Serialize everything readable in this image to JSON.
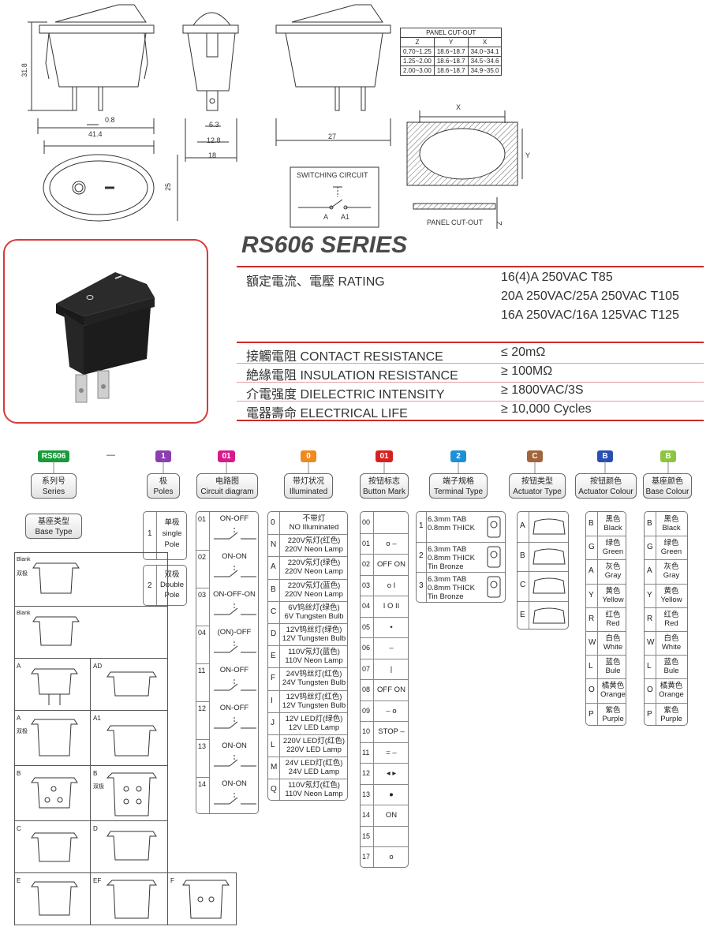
{
  "dims": {
    "height": "31.8",
    "pin_gap": "0.8",
    "length": "41.4",
    "tab": "6.3",
    "body": "12.8",
    "depth": "18",
    "side_length": "27",
    "width": "25"
  },
  "panel_table": {
    "title": "PANEL CUT-OUT",
    "headers": [
      "Z",
      "Y",
      "X"
    ],
    "rows": [
      [
        "0.70~1.25",
        "18.6~18.7",
        "34.0~34.1"
      ],
      [
        "1.25~2.00",
        "18.6~18.7",
        "34.5~34.6"
      ],
      [
        "2.00~3.00",
        "18.6~18.7",
        "34.9~35.0"
      ]
    ]
  },
  "cutout": {
    "x": "X",
    "y": "Y",
    "z": "Z",
    "label": "PANEL CUT-OUT"
  },
  "switching": {
    "title": "SWITCHING CIRCUIT",
    "a": "A",
    "a1": "A1"
  },
  "series_title": "RS606 SERIES",
  "specs": {
    "rating_label": "額定電流、電壓 RATING",
    "rating_1": "16(4)A 250VAC T85",
    "rating_2": "20A 250VAC/25A 250VAC T105",
    "rating_3": "16A 250VAC/16A 125VAC T125",
    "contact_label": "接觸電阻 CONTACT RESISTANCE",
    "contact_val": "≤ 20mΩ",
    "insulation_label": "絶緣電阻 INSULATION RESISTANCE",
    "insulation_val": "≥ 100MΩ",
    "dielectric_label": "介電强度 DIELECTRIC INTENSITY",
    "dielectric_val": "≥ 1800VAC/3S",
    "life_label": "電器壽命 ELECTRICAL LIFE",
    "life_val": "≥ 10,000 Cycles"
  },
  "tags": {
    "series": "RS606",
    "dash": "—",
    "poles": "1",
    "circuit": "01",
    "illum": "0",
    "mark": "01",
    "terminal": "2",
    "actuator": "C",
    "act_colour": "B",
    "base_colour": "B"
  },
  "colors": {
    "series": "#1a9a3a",
    "poles": "#8a3fb0",
    "circuit": "#d81b8c",
    "illum": "#f08a1e",
    "mark": "#d82020",
    "terminal": "#1e90d8",
    "actuator": "#a0653a",
    "act_colour": "#2a4fb0",
    "base_colour": "#8cc63f",
    "accent": "#cc2a2a"
  },
  "headers": {
    "series": [
      "系列号",
      "Series"
    ],
    "poles": [
      "极",
      "Poles"
    ],
    "circuit": [
      "电路图",
      "Circuit diagram"
    ],
    "illum": [
      "带灯状况",
      "Illuminated"
    ],
    "mark": [
      "按钮标志",
      "Button Mark"
    ],
    "terminal": [
      "端子规格",
      "Terminal Type"
    ],
    "actuator": [
      "按钮类型",
      "Actuator Type"
    ],
    "act_colour": [
      "按钮颜色",
      "Actuator Colour"
    ],
    "base_colour": [
      "基座颜色",
      "Base Colour"
    ],
    "base_type": [
      "基座类型",
      "Base Type"
    ]
  },
  "poles": [
    {
      "code": "1",
      "zh": "单极",
      "en1": "single",
      "en2": "Pole"
    },
    {
      "code": "2",
      "zh": "双极",
      "en1": "Double",
      "en2": "Pole"
    }
  ],
  "circuits": [
    {
      "code": "01",
      "name": "ON-OFF"
    },
    {
      "code": "02",
      "name": "ON-ON"
    },
    {
      "code": "03",
      "name": "ON-OFF-ON"
    },
    {
      "code": "04",
      "name": "(ON)-OFF"
    },
    {
      "code": "11",
      "name": "ON-OFF"
    },
    {
      "code": "12",
      "name": "ON-OFF"
    },
    {
      "code": "13",
      "name": "ON-ON"
    },
    {
      "code": "14",
      "name": "ON-ON"
    }
  ],
  "illum": [
    {
      "code": "0",
      "l1": "不带灯",
      "l2": "NO Illuminated"
    },
    {
      "code": "N",
      "l1": "220V氖灯(红色)",
      "l2": "220V Neon Lamp"
    },
    {
      "code": "A",
      "l1": "220V氖灯(绿色)",
      "l2": "220V Neon Lamp"
    },
    {
      "code": "B",
      "l1": "220V氖灯(蓝色)",
      "l2": "220V Neon Lamp"
    },
    {
      "code": "C",
      "l1": "6V钨丝灯(绿色)",
      "l2": "6V Tungsten Bulb"
    },
    {
      "code": "D",
      "l1": "12V钨丝灯(绿色)",
      "l2": "12V Tungsten Bulb"
    },
    {
      "code": "E",
      "l1": "110V氖灯(蓝色)",
      "l2": "110V Neon Lamp"
    },
    {
      "code": "F",
      "l1": "24V钨丝灯(红色)",
      "l2": "24V Tungsten Bulb"
    },
    {
      "code": "I",
      "l1": "12V钨丝灯(红色)",
      "l2": "12V Tungsten Bulb"
    },
    {
      "code": "J",
      "l1": "12V LED灯(绿色)",
      "l2": "12V LED Lamp"
    },
    {
      "code": "L",
      "l1": "220V LED灯(红色)",
      "l2": "220V LED Lamp"
    },
    {
      "code": "M",
      "l1": "24V LED灯(红色)",
      "l2": "24V LED Lamp"
    },
    {
      "code": "Q",
      "l1": "110V氖灯(红色)",
      "l2": "110V Neon Lamp"
    }
  ],
  "marks": [
    {
      "code": "00",
      "sym": ""
    },
    {
      "code": "01",
      "sym": "o –"
    },
    {
      "code": "02",
      "sym": "OFF ON"
    },
    {
      "code": "03",
      "sym": "o I"
    },
    {
      "code": "04",
      "sym": "I O II"
    },
    {
      "code": "05",
      "sym": "•"
    },
    {
      "code": "06",
      "sym": "–"
    },
    {
      "code": "07",
      "sym": "|"
    },
    {
      "code": "08",
      "sym": "OFF ON"
    },
    {
      "code": "09",
      "sym": "– o"
    },
    {
      "code": "10",
      "sym": "STOP –"
    },
    {
      "code": "11",
      "sym": "= –"
    },
    {
      "code": "12",
      "sym": "◂ ▸"
    },
    {
      "code": "13",
      "sym": "●"
    },
    {
      "code": "14",
      "sym": "ON"
    },
    {
      "code": "15",
      "sym": ""
    },
    {
      "code": "17",
      "sym": "o"
    }
  ],
  "terminals": [
    {
      "code": "1",
      "l1": "6.3mm TAB",
      "l2": "0.8mm THICK",
      "l3": ""
    },
    {
      "code": "2",
      "l1": "6.3mm TAB",
      "l2": "0.8mm THICK",
      "l3": "Tin Bronze"
    },
    {
      "code": "3",
      "l1": "6.3mm TAB",
      "l2": "0.8mm THICK",
      "l3": "Tin Bronze"
    }
  ],
  "actuators": [
    "A",
    "B",
    "C",
    "E"
  ],
  "act_colours": [
    {
      "code": "B",
      "zh": "黑色",
      "en": "Black"
    },
    {
      "code": "G",
      "zh": "绿色",
      "en": "Green"
    },
    {
      "code": "A",
      "zh": "灰色",
      "en": "Gray"
    },
    {
      "code": "Y",
      "zh": "黄色",
      "en": "Yellow"
    },
    {
      "code": "R",
      "zh": "红色",
      "en": "Red"
    },
    {
      "code": "W",
      "zh": "白色",
      "en": "White"
    },
    {
      "code": "L",
      "zh": "蓝色",
      "en": "Bule"
    },
    {
      "code": "O",
      "zh": "橘黄色",
      "en": "Orange"
    },
    {
      "code": "P",
      "zh": "紫色",
      "en": "Purple"
    }
  ],
  "base_colours": [
    {
      "code": "B",
      "zh": "黑色",
      "en": "Black"
    },
    {
      "code": "G",
      "zh": "绿色",
      "en": "Green"
    },
    {
      "code": "A",
      "zh": "灰色",
      "en": "Gray"
    },
    {
      "code": "Y",
      "zh": "黄色",
      "en": "Yellow"
    },
    {
      "code": "R",
      "zh": "红色",
      "en": "Red"
    },
    {
      "code": "W",
      "zh": "白色",
      "en": "White"
    },
    {
      "code": "L",
      "zh": "蓝色",
      "en": "Bule"
    },
    {
      "code": "O",
      "zh": "橘黄色",
      "en": "Orange"
    },
    {
      "code": "P",
      "zh": "紫色",
      "en": "Purple"
    }
  ],
  "base_types": {
    "blank": "Blank",
    "double": "双极",
    "labels": [
      "A",
      "AD",
      "A",
      "A1",
      "B",
      "B",
      "C",
      "D",
      "E",
      "EF",
      "F"
    ]
  }
}
